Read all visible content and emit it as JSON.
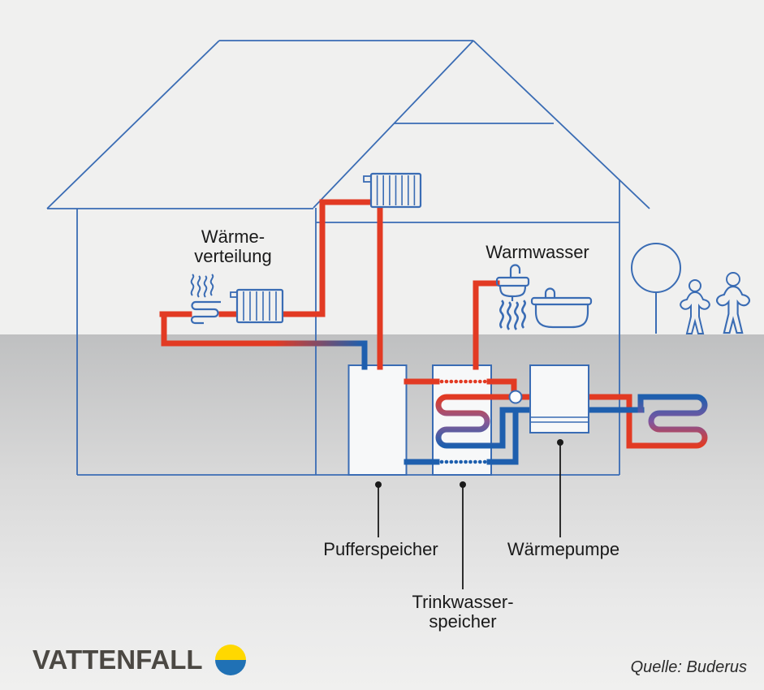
{
  "labels": {
    "heat_distribution_line1": "Wärme-",
    "heat_distribution_line2": "verteilung",
    "hot_water": "Warmwasser",
    "buffer_tank": "Pufferspeicher",
    "dhw_tank_line1": "Trinkwasser-",
    "dhw_tank_line2": "speicher",
    "heat_pump": "Wärmepumpe"
  },
  "footer": {
    "brand": "VATTENFALL",
    "source": "Quelle: Buderus"
  },
  "colors": {
    "pipe_hot": "#e23a23",
    "pipe_cold": "#1e5fae",
    "outline": "#3a6cb4",
    "label_text": "#1a1a1a",
    "brand_yellow": "#ffd800",
    "brand_blue": "#2071b5"
  },
  "icons": {
    "radiator_attic": "radiator-icon",
    "radiator_ground": "radiator-icon",
    "floor_heating": "floor-heating-coil-icon",
    "steam": "steam-waves-icon",
    "sink": "sink-icon",
    "bathtub": "bathtub-icon",
    "circulation_pump": "pump-circle-icon",
    "ground_collector": "ground-collector-coil-icon",
    "tree": "tree-icon",
    "people": "person-icon"
  }
}
